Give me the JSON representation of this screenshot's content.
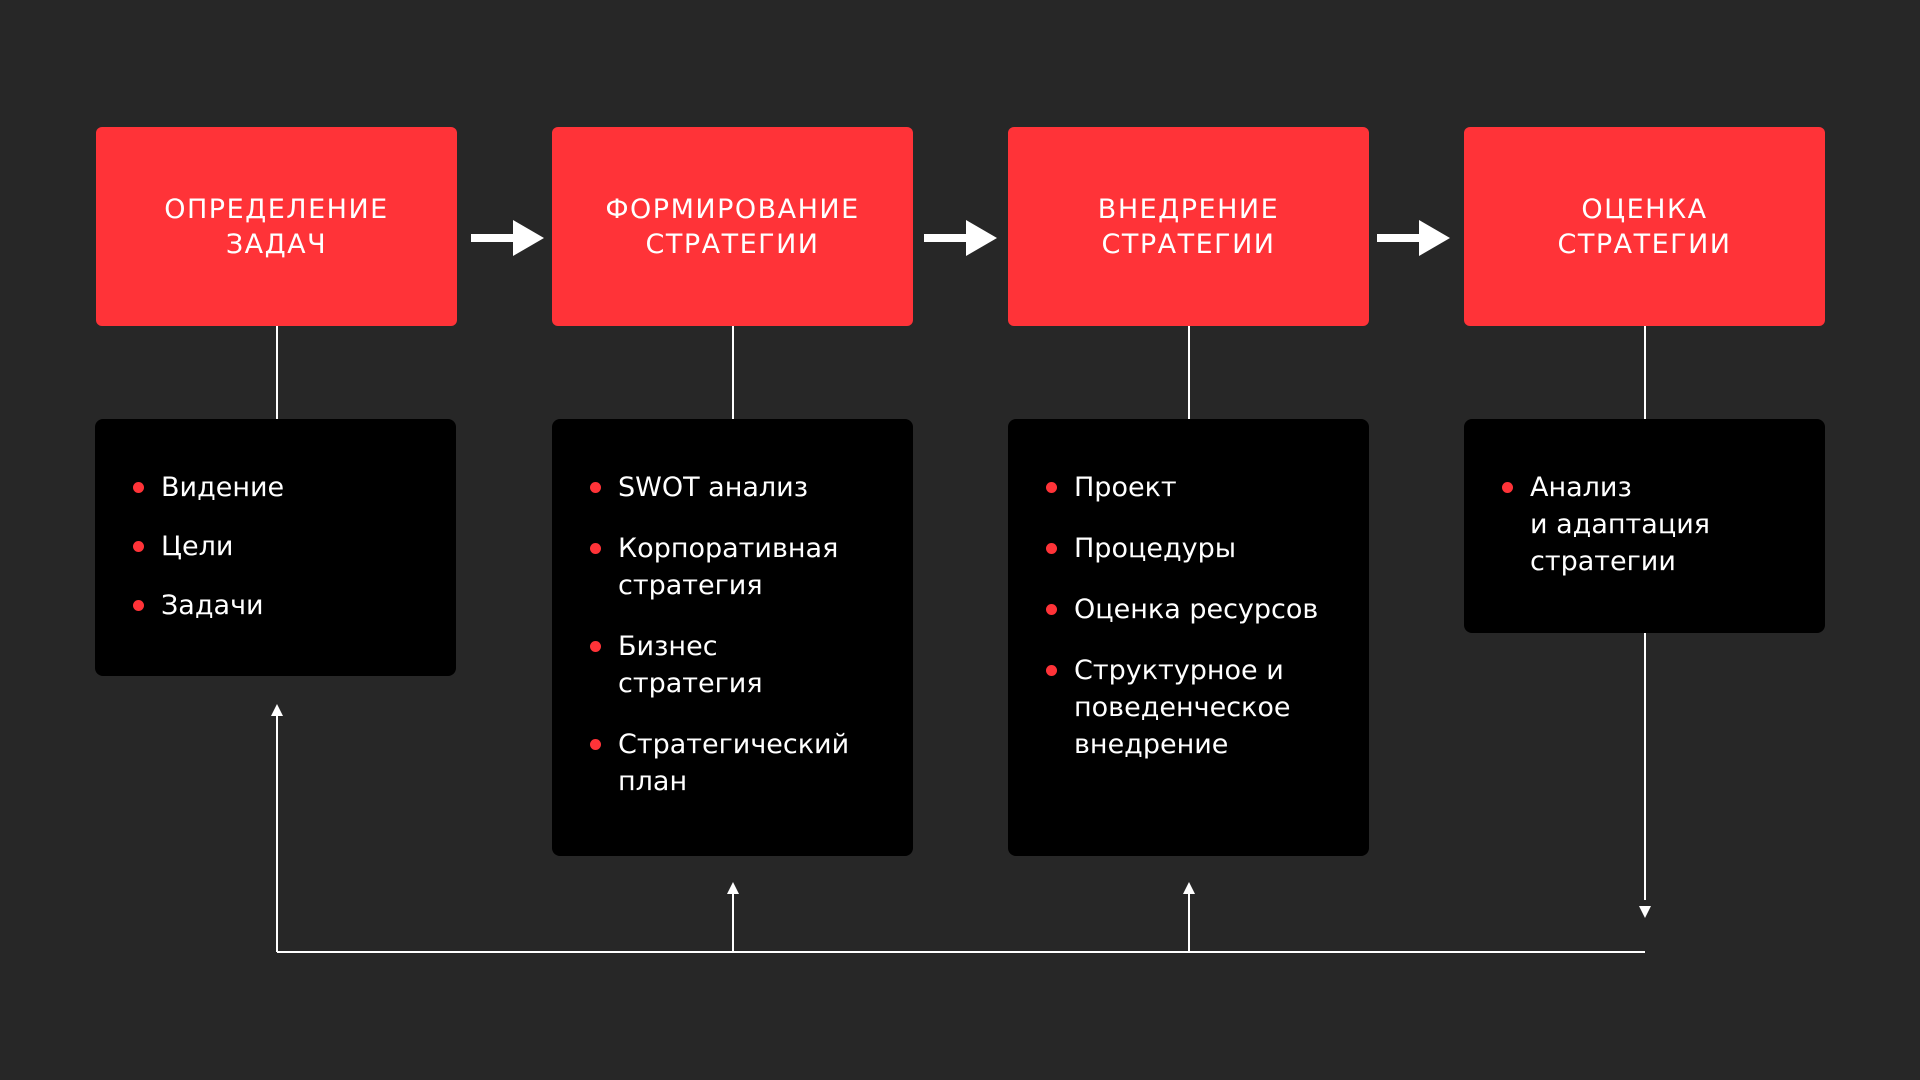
{
  "colors": {
    "background": "#272727",
    "stage_fill": "#ff3338",
    "detail_fill": "#000000",
    "bullet": "#ff3338",
    "line": "#ffffff",
    "text": "#ffffff"
  },
  "stages": [
    {
      "title": "ОПРЕДЕЛЕНИЕ\nЗАДАЧ",
      "items": [
        "Видение",
        "Цели",
        "Задачи"
      ]
    },
    {
      "title": "ФОРМИРОВАНИЕ\nСТРАТЕГИИ",
      "items": [
        "SWOT анализ",
        "Корпоративная\nстратегия",
        "Бизнес\nстратегия",
        "Стратегический\nплан"
      ]
    },
    {
      "title": "ВНЕДРЕНИЕ\nСТРАТЕГИИ",
      "items": [
        "Проект",
        "Процедуры",
        "Оценка ресурсов",
        "Структурное и\nповеденческое\nвнедрение"
      ]
    },
    {
      "title": "ОЦЕНКА\nСТРАТЕГИИ",
      "items": [
        "Анализ\nи адаптация\nстратегии"
      ]
    }
  ]
}
